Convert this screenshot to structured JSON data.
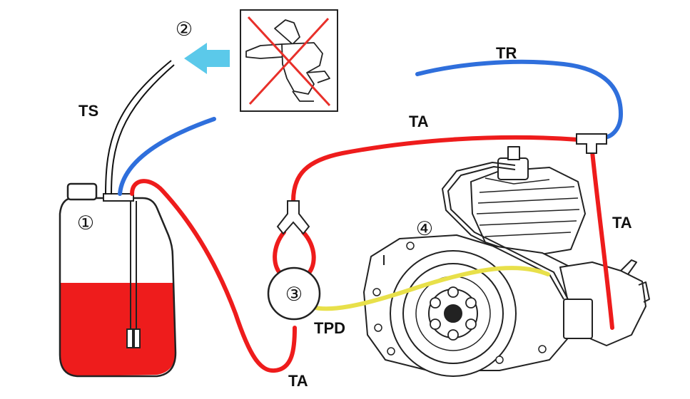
{
  "labels": {
    "tr": "TR",
    "ta_top": "TA",
    "ta_right": "TA",
    "ta_bottom": "TA",
    "ts": "TS",
    "tpd": "TPD"
  },
  "numbers": {
    "tank": "①",
    "no_blowing": "②",
    "pump": "③",
    "engine": "④"
  },
  "colors": {
    "fuel_line": "#ee1c1c",
    "return_line": "#2f6fdc",
    "pulse_line": "#e8e04a",
    "vent_line": "#111111",
    "arrow": "#5bc9ea",
    "fuel": "#ee1c1c",
    "cross": "#e8302a"
  }
}
